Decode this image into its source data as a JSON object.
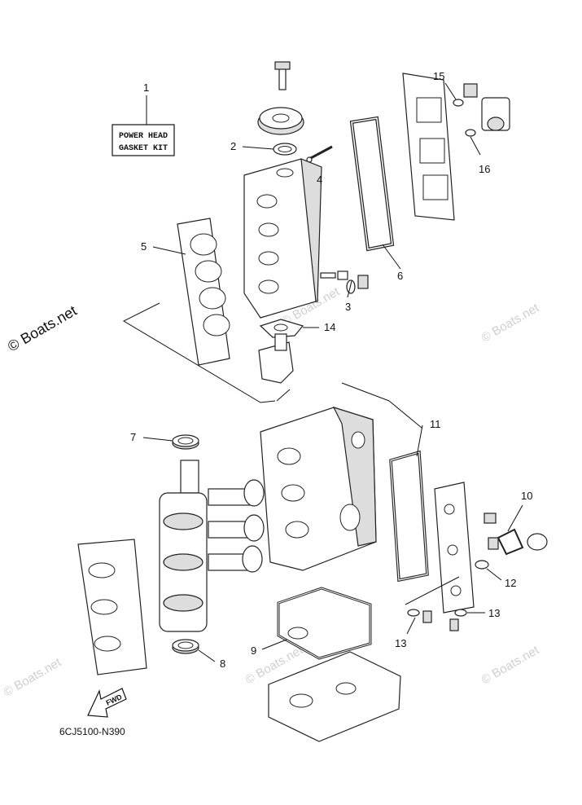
{
  "diagram": {
    "part_numbers": [
      "1",
      "2",
      "3",
      "4",
      "5",
      "6",
      "7",
      "8",
      "9",
      "10",
      "11",
      "12",
      "13",
      "13",
      "14",
      "15",
      "16"
    ],
    "kit_label_line1": "POWER HEAD",
    "kit_label_line2": "GASKET KIT",
    "diagram_code": "6CJ5100-N390",
    "fwd_label": "FWD",
    "watermark": "© Boats.net"
  }
}
